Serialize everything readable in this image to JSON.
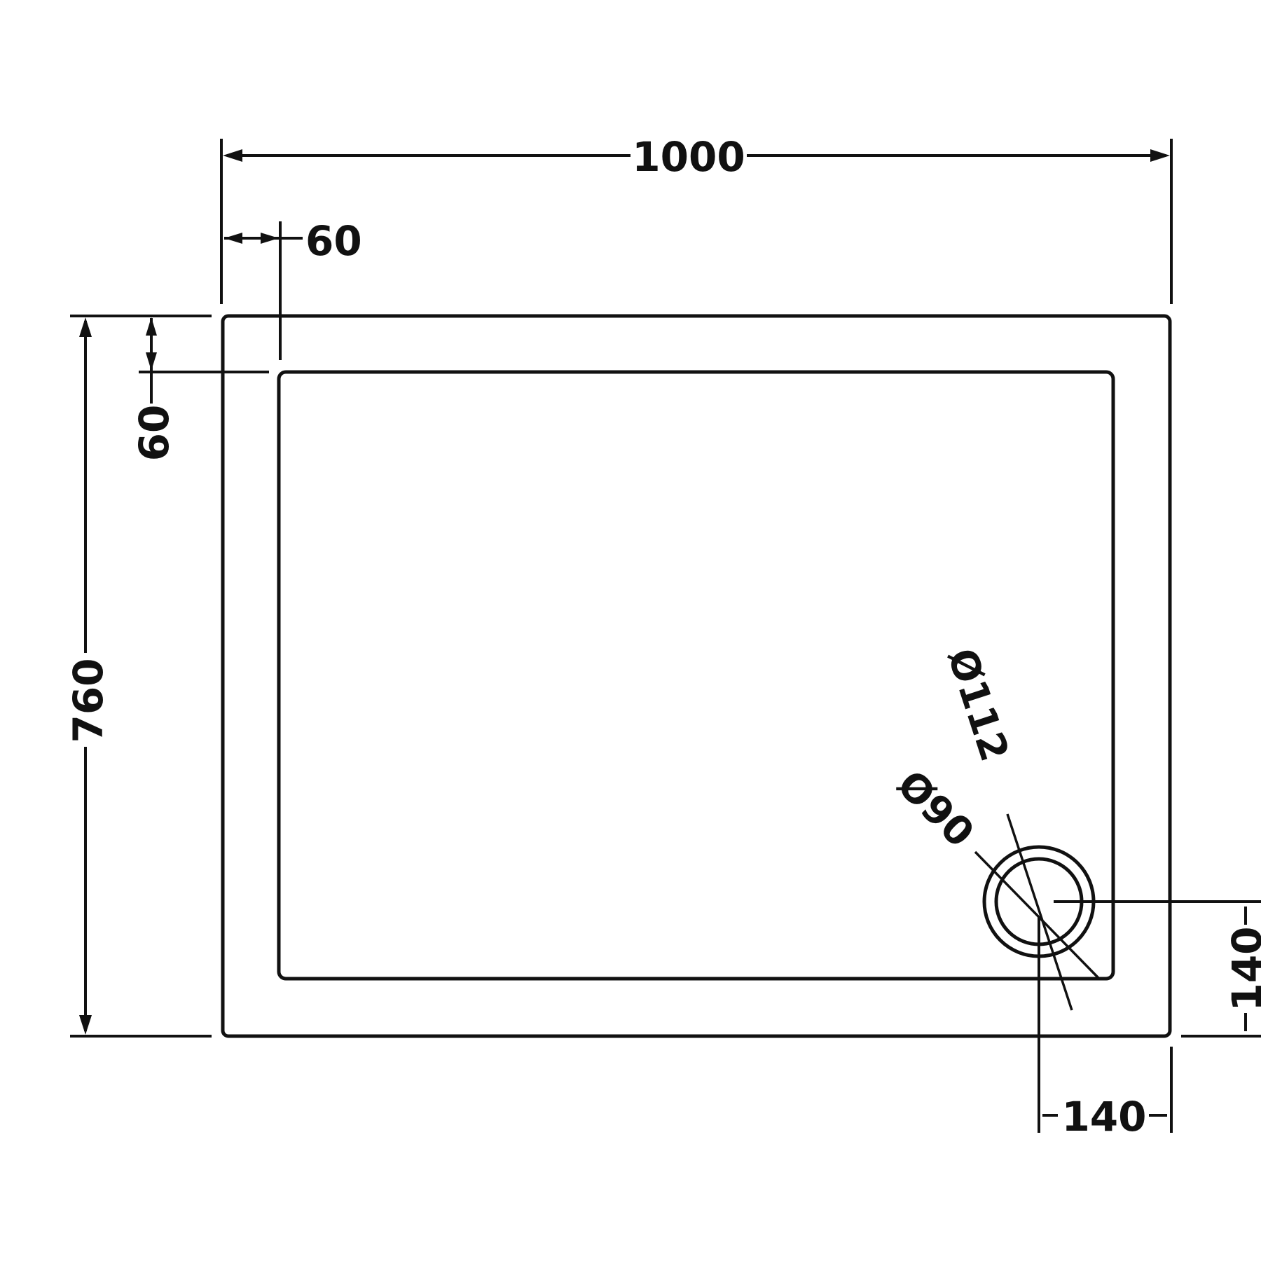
{
  "dimensions": {
    "overall_width": "1000",
    "overall_length": "760",
    "rim_width_top": "60",
    "rim_width_side": "60",
    "waste_offset_right": "140",
    "waste_offset_bottom": "140",
    "waste_outer_diameter": "Ø112",
    "waste_inner_diameter": "Ø90"
  },
  "colors": {
    "line": "#111111",
    "background": "#ffffff"
  }
}
